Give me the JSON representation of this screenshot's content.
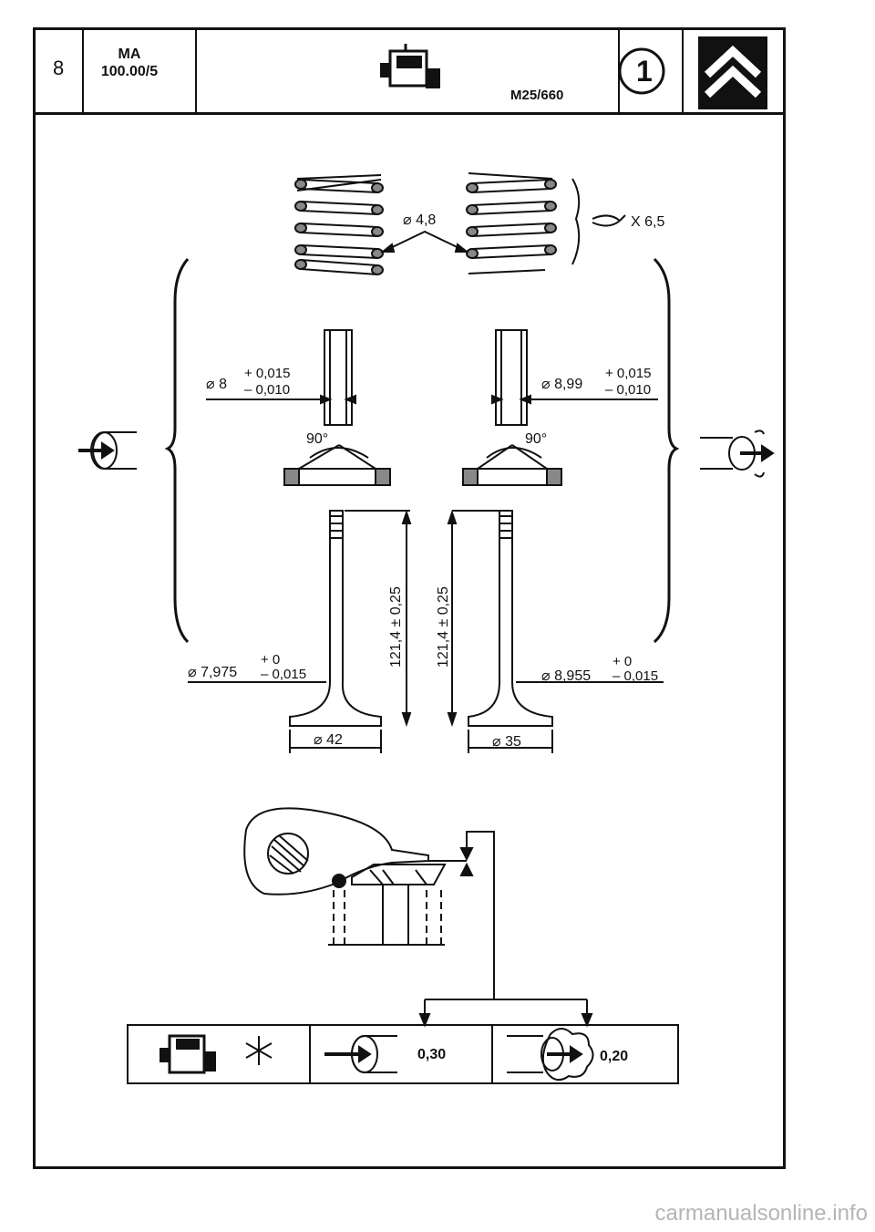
{
  "header": {
    "page_number": "8",
    "doc_group": "MA",
    "doc_ref": "100.00/5",
    "engine_code": "M25/660",
    "step_number": "1"
  },
  "springs": {
    "wire_diameter": "⌀ 4,8",
    "count": "X 6,5"
  },
  "guides": {
    "intake": {
      "diameter": "⌀ 8",
      "tol_plus": "+ 0,015",
      "tol_minus": "– 0,010"
    },
    "exhaust": {
      "diameter": "⌀ 8,99",
      "tol_plus": "+ 0,015",
      "tol_minus": "– 0,010"
    }
  },
  "seats": {
    "intake_angle": "90°",
    "exhaust_angle": "90°"
  },
  "valves": {
    "intake": {
      "stem": "⌀ 7,975",
      "tol_plus": "+ 0",
      "tol_minus": "– 0,015",
      "length": "121,4 ± 0,25",
      "head": "⌀ 42"
    },
    "exhaust": {
      "stem": "⌀ 8,955",
      "tol_plus": "+ 0",
      "tol_minus": "– 0,015",
      "length": "121,4 ± 0,25",
      "head": "⌀ 35"
    }
  },
  "clearance": {
    "intake": "0,30",
    "exhaust": "0,20"
  },
  "watermark": "carmanualsonline.info"
}
